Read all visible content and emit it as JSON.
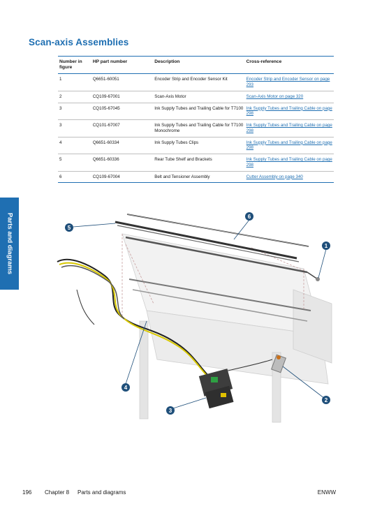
{
  "page_title": "Scan-axis Assemblies",
  "table": {
    "headers": {
      "number": "Number in figure",
      "part": "HP part number",
      "description": "Description",
      "xref": "Cross-reference"
    },
    "rows": [
      {
        "number": "1",
        "part": "Q6651-60051",
        "description": "Encoder Strip and Encoder Sensor Kit",
        "xref": "Encoder Strip and Encoder Sensor on page 293"
      },
      {
        "number": "2",
        "part": "CQ109-67001",
        "description": "Scan-Axis Motor",
        "xref": "Scan-Axis Motor on page 320"
      },
      {
        "number": "3",
        "part": "CQ105-67045",
        "description": "Ink Supply Tubes and Trailing Cable for T7100",
        "xref": "Ink Supply Tubes and Trailing Cable on page 298"
      },
      {
        "number": "3",
        "part": "CQ101-67007",
        "description": "Ink Supply Tubes and Trailing Cable for T7100 Monochrome",
        "xref": "Ink Supply Tubes and Trailing Cable on page 298"
      },
      {
        "number": "4",
        "part": "Q6651-60334",
        "description": "Ink Supply Tubes Clips",
        "xref": "Ink Supply Tubes and Trailing Cable on page 298"
      },
      {
        "number": "5",
        "part": "Q6651-60336",
        "description": "Rear Tube Shelf and Brackets",
        "xref": "Ink Supply Tubes and Trailing Cable on page 298"
      },
      {
        "number": "6",
        "part": "CQ109-67004",
        "description": "Belt and Tensioner Assembly",
        "xref": "Cutter Assembly on page 340"
      }
    ]
  },
  "side_tab": "Parts and diagrams",
  "callouts": [
    "1",
    "2",
    "3",
    "4",
    "5",
    "6"
  ],
  "footer": {
    "page_number": "196",
    "chapter": "Chapter 8",
    "section": "Parts and diagrams",
    "right": "ENWW"
  },
  "colors": {
    "accent": "#1f6fb2",
    "callout": "#1f4f7a"
  }
}
